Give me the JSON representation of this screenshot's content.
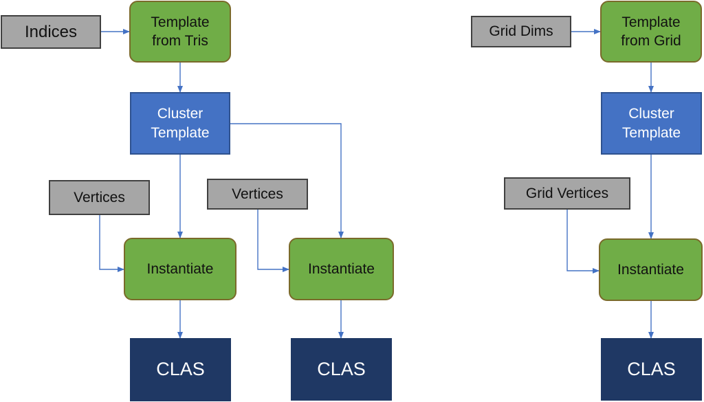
{
  "diagram": {
    "left": {
      "indices": "Indices",
      "template_from_tris": [
        "Template",
        "from Tris"
      ],
      "cluster_template": [
        "Cluster",
        "Template"
      ],
      "vertices_a": "Vertices",
      "vertices_b": "Vertices",
      "instantiate_a": "Instantiate",
      "instantiate_b": "Instantiate",
      "clas_a": "CLAS",
      "clas_b": "CLAS"
    },
    "right": {
      "grid_dims": "Grid Dims",
      "template_from_grid": [
        "Template",
        "from Grid"
      ],
      "cluster_template": [
        "Cluster",
        "Template"
      ],
      "grid_vertices": "Grid Vertices",
      "instantiate": "Instantiate",
      "clas": "CLAS"
    }
  },
  "colors": {
    "input_box": "#a6a6a6",
    "process_box": "#70ad47",
    "template_box": "#4472c4",
    "output_box": "#1f3864",
    "arrow": "#4472c4"
  }
}
